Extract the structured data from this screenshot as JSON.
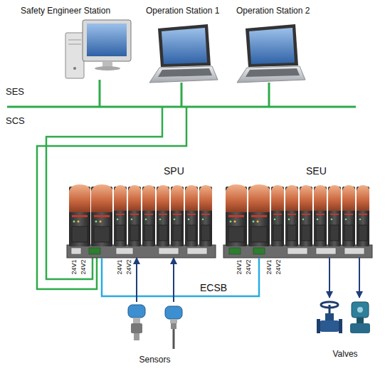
{
  "diagram": {
    "nodes": [
      {
        "text": [
          "Safety Engineer Station"
        ]
      },
      {
        "text": [
          "Operation Station 1"
        ]
      },
      {
        "text": [
          "Operation Station 2"
        ]
      },
      {
        "text": [
          "SPU"
        ]
      },
      {
        "text": [
          "SEU"
        ]
      },
      {
        "text": [
          "Sensors"
        ]
      },
      {
        "text": [
          "Valves"
        ]
      }
    ],
    "edges": [
      {
        "from": 3,
        "to": 4,
        "label": "ECSB",
        "arrow": "none"
      },
      {
        "from": 5,
        "to": 3,
        "arrow": "to"
      },
      {
        "from": 5,
        "to": 3,
        "arrow": "to"
      },
      {
        "from": 4,
        "to": 6,
        "arrow": "to"
      },
      {
        "from": 4,
        "to": 6,
        "arrow": "to"
      }
    ],
    "labels": [
      "SES",
      "SCS",
      "24V1",
      "24V2",
      "24V1",
      "24V2",
      "24V1",
      "24V2",
      "24V1",
      "24V2"
    ]
  }
}
